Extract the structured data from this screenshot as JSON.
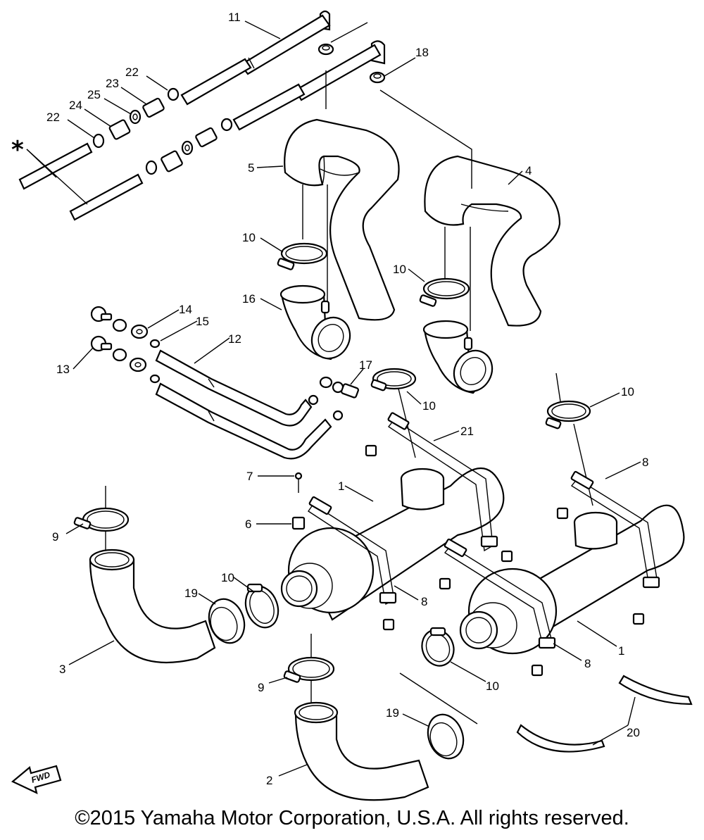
{
  "callouts": [
    {
      "id": "c11a",
      "text": "11"
    },
    {
      "id": "c18",
      "text": "18"
    },
    {
      "id": "c22a",
      "text": "22"
    },
    {
      "id": "c23",
      "text": "23"
    },
    {
      "id": "c25",
      "text": "25"
    },
    {
      "id": "c24",
      "text": "24"
    },
    {
      "id": "c22b",
      "text": "22"
    },
    {
      "id": "c5",
      "text": "5"
    },
    {
      "id": "c4",
      "text": "4"
    },
    {
      "id": "c10a",
      "text": "10"
    },
    {
      "id": "c10b",
      "text": "10"
    },
    {
      "id": "c16",
      "text": "16"
    },
    {
      "id": "c14",
      "text": "14"
    },
    {
      "id": "c15",
      "text": "15"
    },
    {
      "id": "c12",
      "text": "12"
    },
    {
      "id": "c13",
      "text": "13"
    },
    {
      "id": "c17",
      "text": "17"
    },
    {
      "id": "c10c",
      "text": "10"
    },
    {
      "id": "c10d",
      "text": "10"
    },
    {
      "id": "c21",
      "text": "21"
    },
    {
      "id": "c8a",
      "text": "8"
    },
    {
      "id": "c7",
      "text": "7"
    },
    {
      "id": "c1a",
      "text": "1"
    },
    {
      "id": "c6",
      "text": "6"
    },
    {
      "id": "c9a",
      "text": "9"
    },
    {
      "id": "c10e",
      "text": "10"
    },
    {
      "id": "c19a",
      "text": "19"
    },
    {
      "id": "c8b",
      "text": "8"
    },
    {
      "id": "c3",
      "text": "3"
    },
    {
      "id": "c1b",
      "text": "1"
    },
    {
      "id": "c8c",
      "text": "8"
    },
    {
      "id": "c9b",
      "text": "9"
    },
    {
      "id": "c10f",
      "text": "10"
    },
    {
      "id": "c19b",
      "text": "19"
    },
    {
      "id": "c20",
      "text": "20"
    },
    {
      "id": "c2",
      "text": "2"
    }
  ],
  "asterisk": "*",
  "fwd_label": "FWD",
  "copyright": "©2015 Yamaha Motor Corporation, U.S.A. All rights reserved."
}
